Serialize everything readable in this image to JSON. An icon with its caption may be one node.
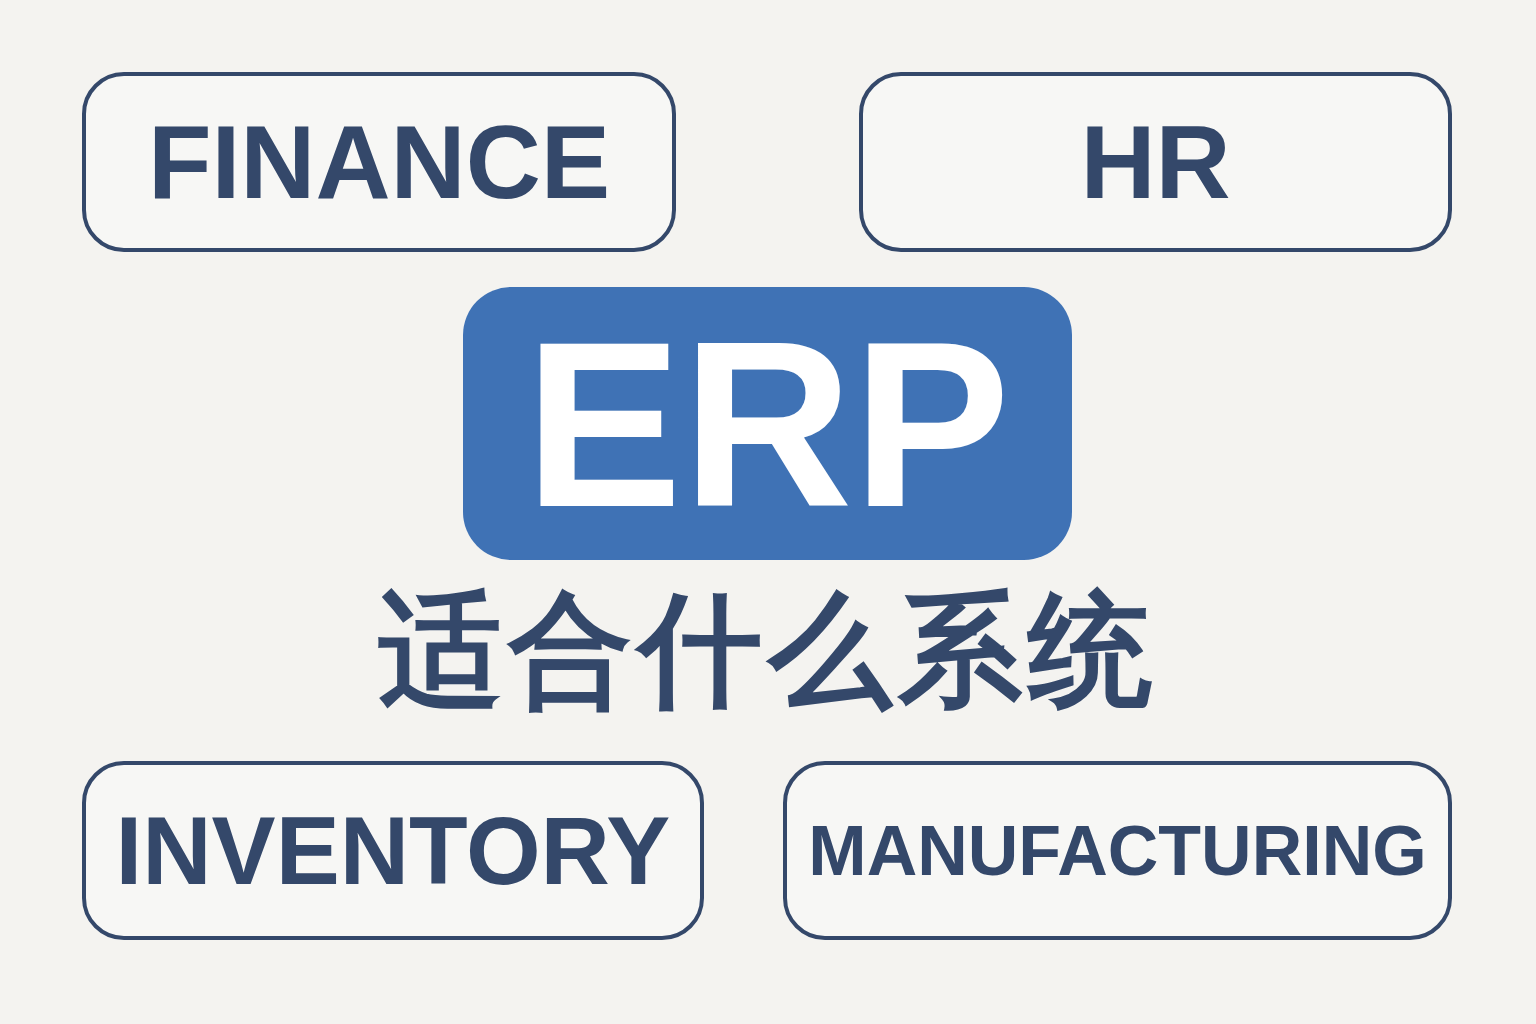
{
  "diagram": {
    "nodes": [
      {
        "text": [
          "FINANCE"
        ]
      },
      {
        "text": [
          "HR"
        ]
      },
      {
        "text": [
          "ERP"
        ]
      },
      {
        "text": [
          "INVENTORY"
        ]
      },
      {
        "text": [
          "MANUFACTURING"
        ]
      }
    ],
    "labels": [
      "适合什么系统"
    ]
  }
}
